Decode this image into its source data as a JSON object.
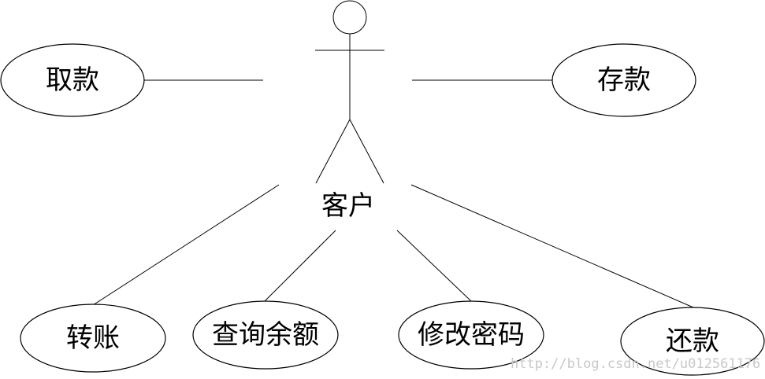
{
  "diagram": {
    "actor": {
      "label": "客户",
      "icon": "stick-figure-icon"
    },
    "use_cases": [
      {
        "id": "withdraw",
        "label": "取款"
      },
      {
        "id": "deposit",
        "label": "存款"
      },
      {
        "id": "transfer",
        "label": "转账"
      },
      {
        "id": "balance",
        "label": "查询余额"
      },
      {
        "id": "password",
        "label": "修改密码"
      },
      {
        "id": "repay",
        "label": "还款"
      }
    ]
  },
  "watermark": "http://blog.csdn.net/u012561176"
}
